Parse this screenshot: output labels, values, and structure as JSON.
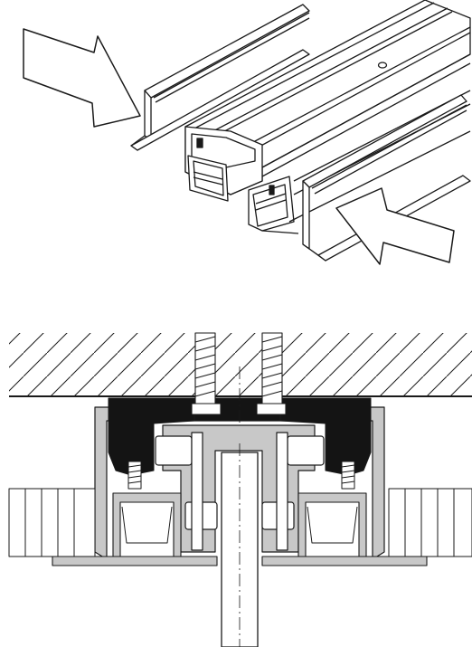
{
  "figure": {
    "top_view": "isometric-rail-assembly",
    "bottom_view": "cross-section-ceiling-mount"
  },
  "colors": {
    "line": "#1a1a1a",
    "fill_light": "#ffffff",
    "fill_grey": "#c8c8c8",
    "fill_dark": "#141414"
  },
  "arrows": {
    "count": 2,
    "meaning": [
      "clip-in-left",
      "clip-in-right"
    ]
  }
}
